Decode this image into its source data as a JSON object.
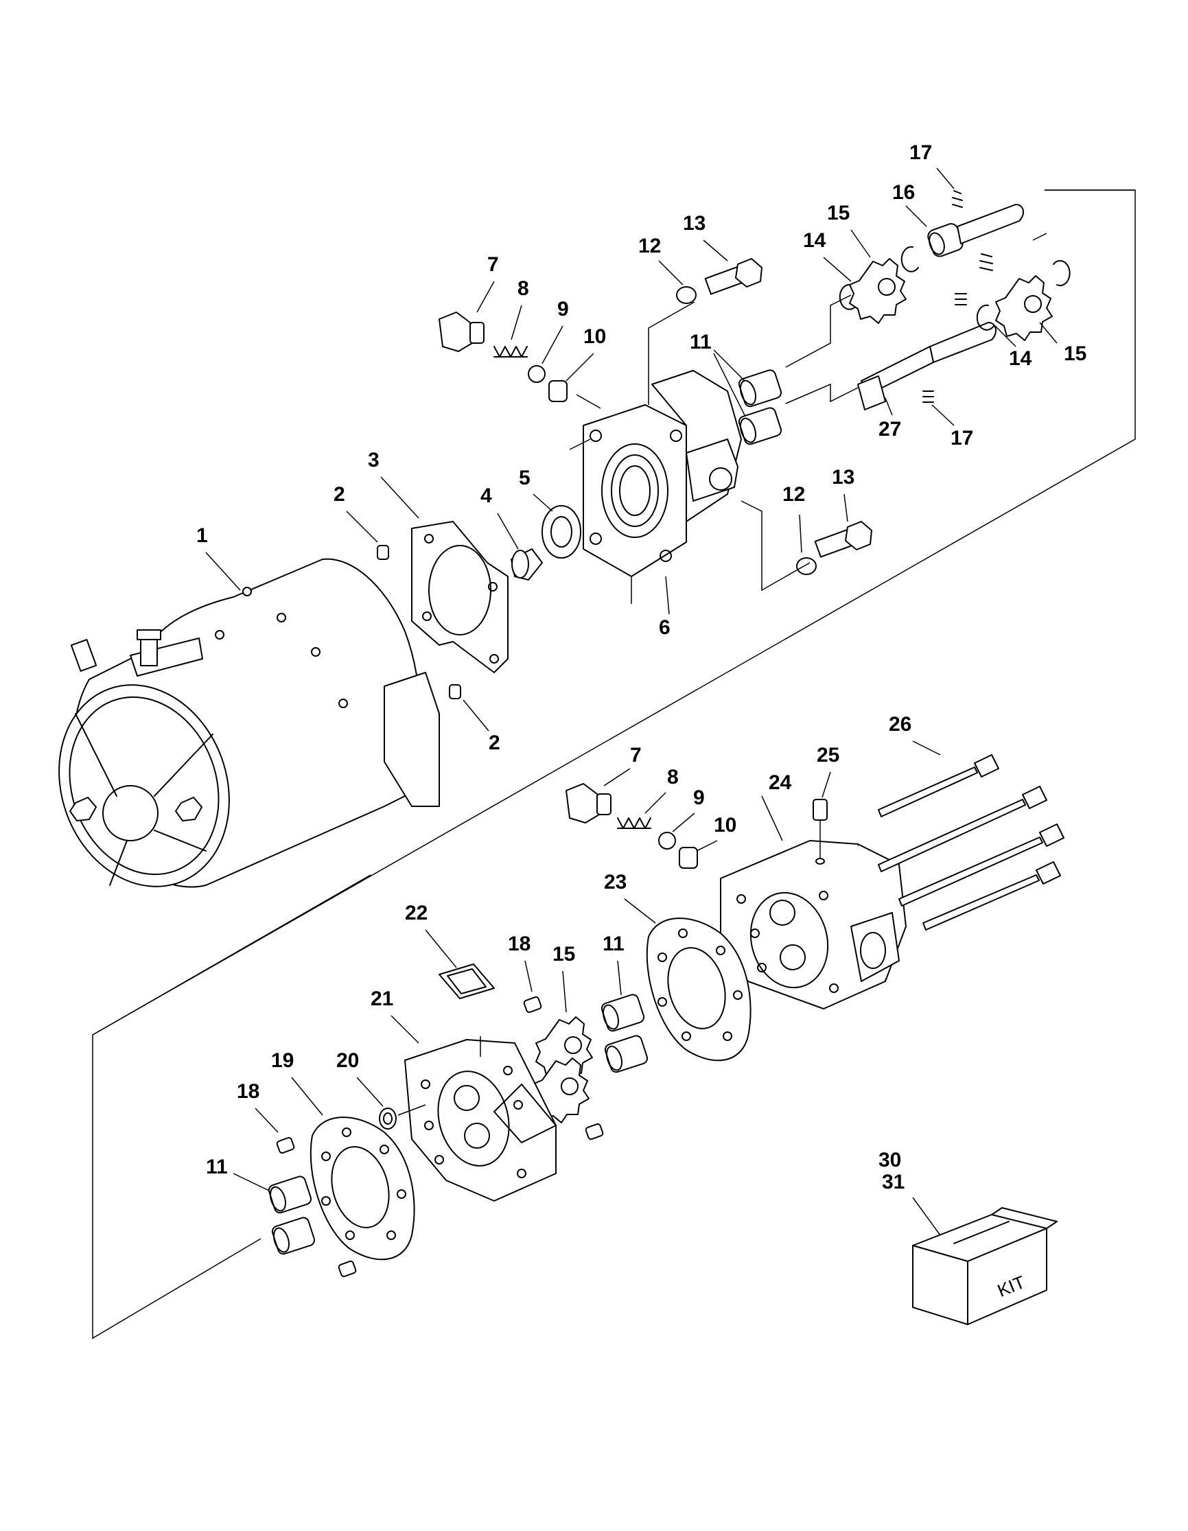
{
  "callouts": [
    {
      "id": "c1",
      "label": "1"
    },
    {
      "id": "c2a",
      "label": "2"
    },
    {
      "id": "c2b",
      "label": "2"
    },
    {
      "id": "c3",
      "label": "3"
    },
    {
      "id": "c4",
      "label": "4"
    },
    {
      "id": "c5",
      "label": "5"
    },
    {
      "id": "c6",
      "label": "6"
    },
    {
      "id": "c7a",
      "label": "7"
    },
    {
      "id": "c8a",
      "label": "8"
    },
    {
      "id": "c9a",
      "label": "9"
    },
    {
      "id": "c10a",
      "label": "10"
    },
    {
      "id": "c11a",
      "label": "11"
    },
    {
      "id": "c12a",
      "label": "12"
    },
    {
      "id": "c12b",
      "label": "12"
    },
    {
      "id": "c13a",
      "label": "13"
    },
    {
      "id": "c13b",
      "label": "13"
    },
    {
      "id": "c14a",
      "label": "14"
    },
    {
      "id": "c14b",
      "label": "14"
    },
    {
      "id": "c15a",
      "label": "15"
    },
    {
      "id": "c15b",
      "label": "15"
    },
    {
      "id": "c16",
      "label": "16"
    },
    {
      "id": "c17a",
      "label": "17"
    },
    {
      "id": "c17b",
      "label": "17"
    },
    {
      "id": "c27",
      "label": "27"
    },
    {
      "id": "c7b",
      "label": "7"
    },
    {
      "id": "c8b",
      "label": "8"
    },
    {
      "id": "c9b",
      "label": "9"
    },
    {
      "id": "c10b",
      "label": "10"
    },
    {
      "id": "c24",
      "label": "24"
    },
    {
      "id": "c25",
      "label": "25"
    },
    {
      "id": "c26",
      "label": "26"
    },
    {
      "id": "c23",
      "label": "23"
    },
    {
      "id": "c22",
      "label": "22"
    },
    {
      "id": "c18a",
      "label": "18"
    },
    {
      "id": "c15c",
      "label": "15"
    },
    {
      "id": "c11b",
      "label": "11"
    },
    {
      "id": "c21",
      "label": "21"
    },
    {
      "id": "c19",
      "label": "19"
    },
    {
      "id": "c20",
      "label": "20"
    },
    {
      "id": "c18b",
      "label": "18"
    },
    {
      "id": "c11c",
      "label": "11"
    },
    {
      "id": "c30",
      "label": "30"
    },
    {
      "id": "c31",
      "label": "31"
    }
  ],
  "kit_box_text": "KIT"
}
